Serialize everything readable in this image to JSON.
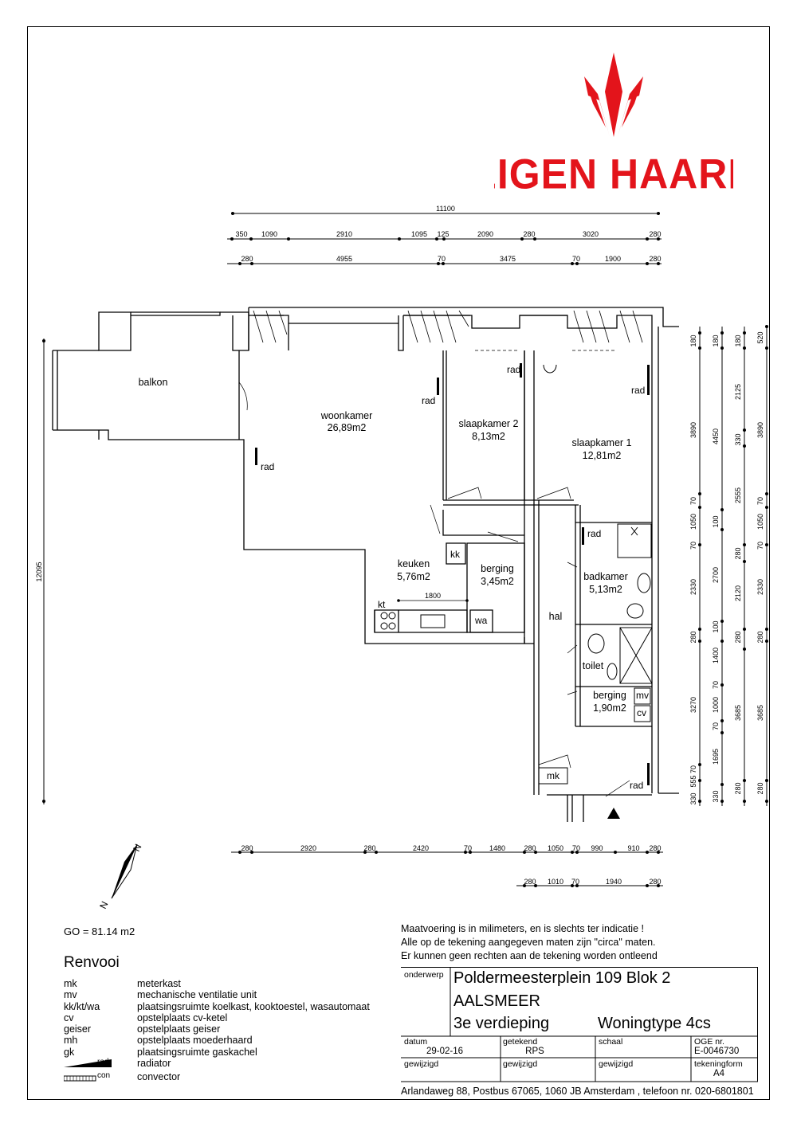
{
  "brand": {
    "name": "EIGEN HAARD",
    "color": "#e3141b"
  },
  "dimensions": {
    "top_total": "11100",
    "top_row1": [
      "350",
      "1090",
      "2910",
      "1095",
      "125",
      "2090",
      "280",
      "3020",
      "280"
    ],
    "top_row2": [
      "280",
      "4955",
      "70",
      "3475",
      "70",
      "1900",
      "280"
    ],
    "bottom_row1": [
      "280",
      "2920",
      "280",
      "2420",
      "70",
      "1480",
      "280",
      "1050",
      "70",
      "990",
      "910",
      "280"
    ],
    "bottom_row2": [
      "280",
      "1010",
      "70",
      "1940",
      "280"
    ],
    "left_total": "12095",
    "right_col1": [
      "180",
      "3890",
      "70",
      "1050",
      "70",
      "2330",
      "280",
      "3270",
      "330",
      "555",
      "70"
    ],
    "right_col2": [
      "180",
      "4450",
      "100",
      "2700",
      "100",
      "1400",
      "70",
      "1000",
      "70",
      "1695",
      "330"
    ],
    "right_col3": [
      "180",
      "2125",
      "330",
      "2555",
      "280",
      "2120",
      "280",
      "3685",
      "280"
    ],
    "right_col4": [
      "520",
      "3890",
      "70",
      "1050",
      "70",
      "2330",
      "280",
      "3685",
      "280"
    ]
  },
  "rooms": {
    "balkon": "balkon",
    "woonkamer": "woonkamer",
    "woonkamer_area": "26,89m2",
    "slaapkamer2": "slaapkamer 2",
    "slaapkamer2_area": "8,13m2",
    "slaapkamer1": "slaapkamer 1",
    "slaapkamer1_area": "12,81m2",
    "keuken": "keuken",
    "keuken_area": "5,76m2",
    "berging1": "berging",
    "berging1_area": "3,45m2",
    "badkamer": "badkamer",
    "badkamer_area": "5,13m2",
    "hal": "hal",
    "toilet": "toilet",
    "berging2": "berging",
    "berging2_area": "1,90m2"
  },
  "fixtures": {
    "rad": "rad",
    "kk": "kk",
    "kt": "kt",
    "wa": "wa",
    "mv": "mv",
    "cv": "cv",
    "mk": "mk",
    "kitchen_len": "1800"
  },
  "north_label": "N",
  "go": "GO = 81.14 m2",
  "renvooi": {
    "title": "Renvooi",
    "items": [
      {
        "k": "mk",
        "v": "meterkast"
      },
      {
        "k": "mv",
        "v": "mechanische ventilatie unit"
      },
      {
        "k": "kk/kt/wa",
        "v": "plaatsingsruimte koelkast, kooktoestel, wasautomaat"
      },
      {
        "k": "cv",
        "v": "opstelplaats cv-ketel"
      },
      {
        "k": "geiser",
        "v": "opstelplaats geiser"
      },
      {
        "k": "mh",
        "v": "opstelplaats moederhaard"
      },
      {
        "k": "gk",
        "v": "plaatsingsruimte gaskachel"
      }
    ],
    "rad_sym": "rad",
    "con_sym": "con",
    "rad_text": "radiator",
    "con_text": "convector"
  },
  "disclaimer": [
    "Maatvoering is in milimeters, en is slechts ter indicatie !",
    "Alle op de tekening aangegeven maten zijn \"circa\" maten.",
    "Er kunnen geen rechten aan de tekening worden ontleend"
  ],
  "titleblock": {
    "onderwerp_label": "onderwerp",
    "address": "Poldermeesterplein 109 Blok 2",
    "city": "AALSMEER",
    "floor": "3e verdieping",
    "type": "Woningtype 4cs",
    "datum_label": "datum",
    "datum": "29-02-16",
    "getekend_label": "getekend",
    "getekend": "RPS",
    "schaal_label": "schaal",
    "oge_label": "OGE nr.",
    "oge": "E-0046730",
    "gewijzigd": "gewijzigd",
    "tekeningform_label": "tekeningform",
    "tekeningform": "A4"
  },
  "footer": "Arlandaweg 88, Postbus 67065, 1060 JB Amsterdam , telefoon nr. 020-6801801"
}
